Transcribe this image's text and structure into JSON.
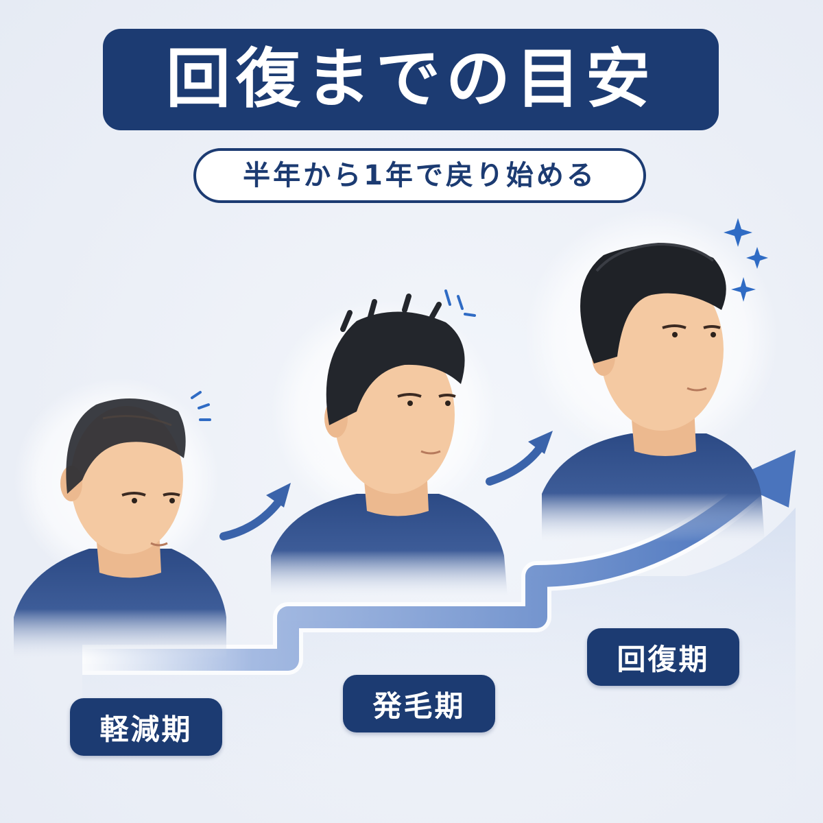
{
  "title": "回復までの目安",
  "subtitle": "半年から1年で戻り始める",
  "stages": [
    {
      "label": "軽減期",
      "hair_level": "thin"
    },
    {
      "label": "発毛期",
      "hair_level": "growing"
    },
    {
      "label": "回復期",
      "hair_level": "full"
    }
  ],
  "colors": {
    "navy": "#1c3b72",
    "arrow_blue": "#4f79c0",
    "background": "#edf1f8",
    "skin": "#f4c9a2",
    "hair": "#23262c",
    "shirt": "#2c4a85"
  },
  "icons": [
    "sparkle-icon",
    "upward-arrow-icon"
  ]
}
